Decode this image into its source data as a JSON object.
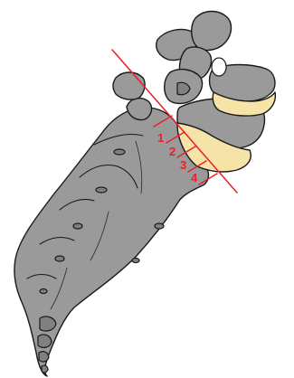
{
  "diagram": {
    "accent_color": "#e8202a",
    "segment_labels": [
      "1",
      "2",
      "3",
      "4"
    ]
  }
}
